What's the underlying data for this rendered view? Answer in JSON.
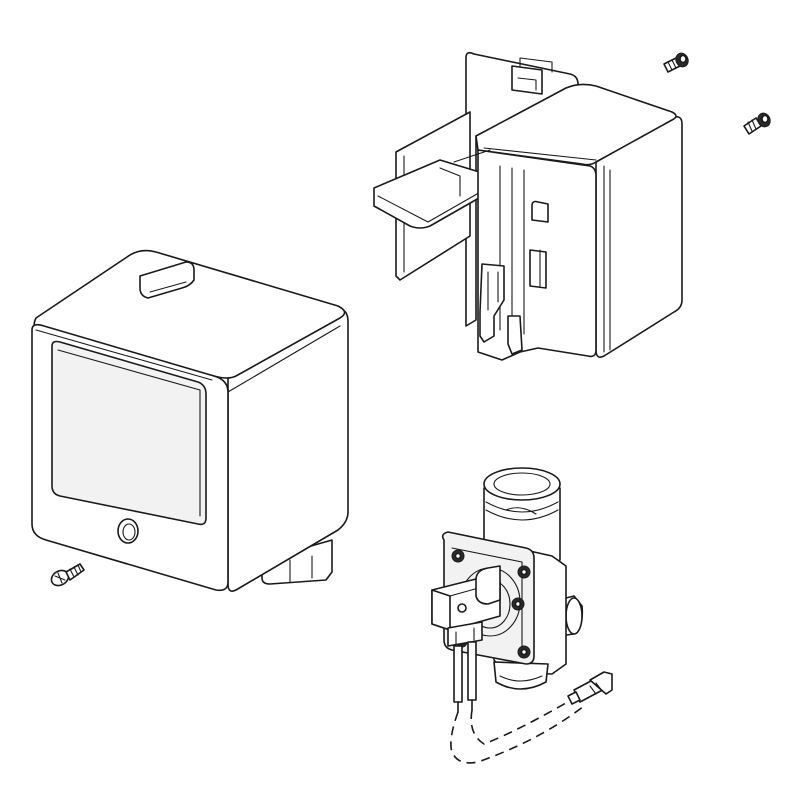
{
  "diagram": {
    "type": "exploded-view-line-drawing",
    "parts": [
      {
        "name": "cover-housing"
      },
      {
        "name": "cover-screw"
      },
      {
        "name": "mounting-bracket"
      },
      {
        "name": "bracket-screw-1"
      },
      {
        "name": "bracket-screw-2"
      },
      {
        "name": "gas-valve-assembly"
      },
      {
        "name": "valve-wiring-harness"
      },
      {
        "name": "harness-connector"
      }
    ]
  },
  "colors": {
    "line": "#1a1a1a",
    "background": "#ffffff",
    "shade": "#f2f2f2"
  }
}
